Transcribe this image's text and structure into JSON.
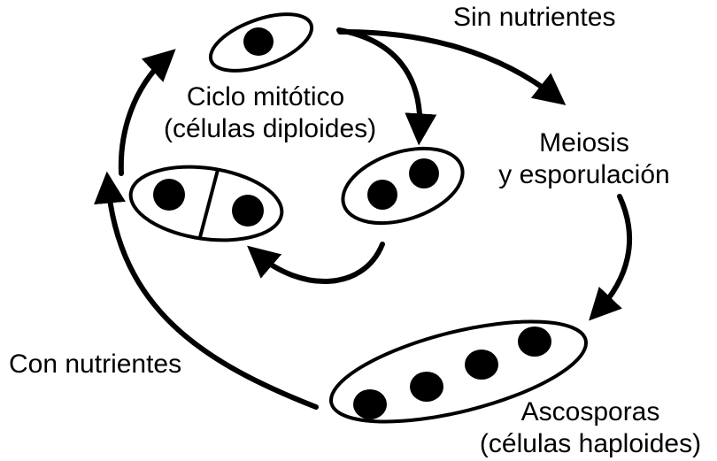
{
  "labels": {
    "mitotic_cycle": {
      "line1": "Ciclo mitótico",
      "line2": "(células diploides)"
    },
    "no_nutrients": "Sin nutrientes",
    "meiosis": {
      "line1": "Meiosis",
      "line2": "y esporulación"
    },
    "with_nutrients": "Con nutrientes",
    "ascospores": {
      "line1": "Ascosporas",
      "line2": "(células haploides)"
    }
  },
  "colors": {
    "ink": "#000000",
    "background": "#ffffff"
  }
}
